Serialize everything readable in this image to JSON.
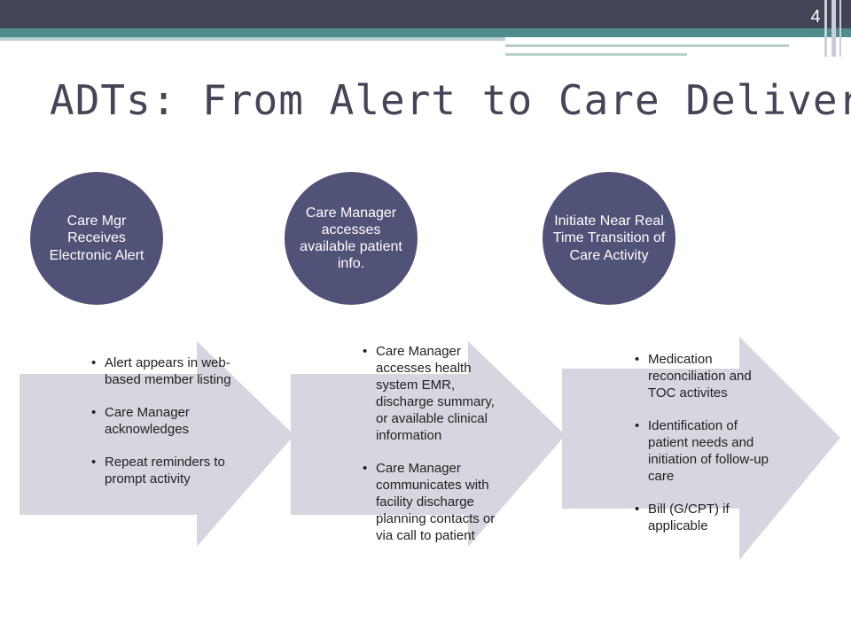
{
  "slide": {
    "page_number": "4",
    "title": "ADTs:  From Alert to Care Delivery"
  },
  "steps": [
    {
      "heading": "Care Mgr Receives Electronic Alert",
      "bullets": [
        "Alert appears in web-based member listing",
        "Care Manager acknowledges",
        "Repeat reminders to prompt activity"
      ]
    },
    {
      "heading": "Care Manager accesses available patient info.",
      "bullets": [
        "Care Manager accesses health system EMR, discharge summary, or available clinical information",
        "Care Manager communicates with facility discharge planning contacts or via call to patient"
      ]
    },
    {
      "heading": "Initiate Near Real Time Transition of Care Activity",
      "bullets": [
        "Medication reconciliation and TOC activites",
        "Identification of patient needs and initiation of follow-up care",
        "Bill (G/CPT) if applicable"
      ]
    }
  ],
  "colors": {
    "circle": "#515277",
    "arrow": "#d6d6e0",
    "header_dark": "#434457",
    "header_teal": "#4f8c8e"
  }
}
